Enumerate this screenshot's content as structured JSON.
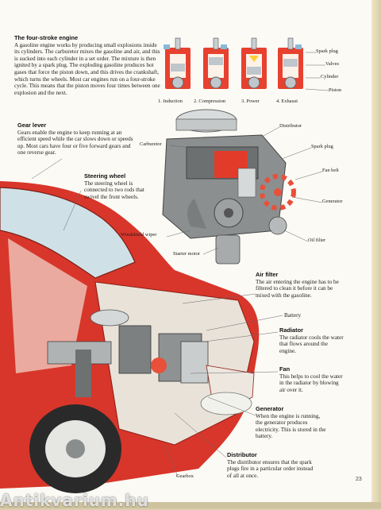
{
  "page_number": "23",
  "watermark": "Antikvarium.hu",
  "four_stroke": {
    "title": "The four-stroke engine",
    "body": "A gasoline engine works by producing small explosions inside its cylinders. The carburetor mixes the gasoline and air, and this is sucked into each cylinder in a set order. The mixture is then ignited by a spark plug. The exploding gasoline produces hot gases that force the piston down, and this drives the crankshaft, which turns the wheels. Most car engines run on a four-stroke cycle. This means that the piston moves four times between one explosion and the next.",
    "strokes": [
      "1. Induction",
      "2. Compression",
      "3. Power",
      "4. Exhaust"
    ],
    "part_labels": [
      "Spark plug",
      "Valves",
      "Cylinder",
      "Piston"
    ]
  },
  "gear_lever": {
    "title": "Gear lever",
    "body": "Gears enable the engine to keep running at an efficient speed while the car slows down or speeds up. Most cars have four or five forward gears and one reverse gear."
  },
  "steering_wheel": {
    "title": "Steering wheel",
    "body": "The steering wheel is connected to two rods that swivel the front wheels."
  },
  "engine_labels": {
    "distributor": "Distributor",
    "carburetor": "Carburetor",
    "spark_plug": "Spark plug",
    "fan_belt": "Fan belt",
    "generator": "Generator",
    "windshield_wiper": "Windshield wiper",
    "oil_filter": "Oil filter",
    "starter_motor": "Starter motor"
  },
  "air_filter": {
    "title": "Air filter",
    "body": "The air entering the engine has to be filtered to clean it before it can be mixed with the gasoline."
  },
  "battery": {
    "title": "Battery"
  },
  "radiator": {
    "title": "Radiator",
    "body": "The radiator cools the water that flows around the engine."
  },
  "fan": {
    "title": "Fan",
    "body": "This helps to cool the water in the radiator by blowing air over it."
  },
  "generator": {
    "title": "Generator",
    "body": "When the engine is running, the generator produces electricity. This is stored in the battery."
  },
  "distributor": {
    "title": "Distributor",
    "body": "The distributor ensures that the spark plugs fire in a particular order instead of all at once."
  },
  "gearbox": {
    "title": "Gearbox"
  }
}
